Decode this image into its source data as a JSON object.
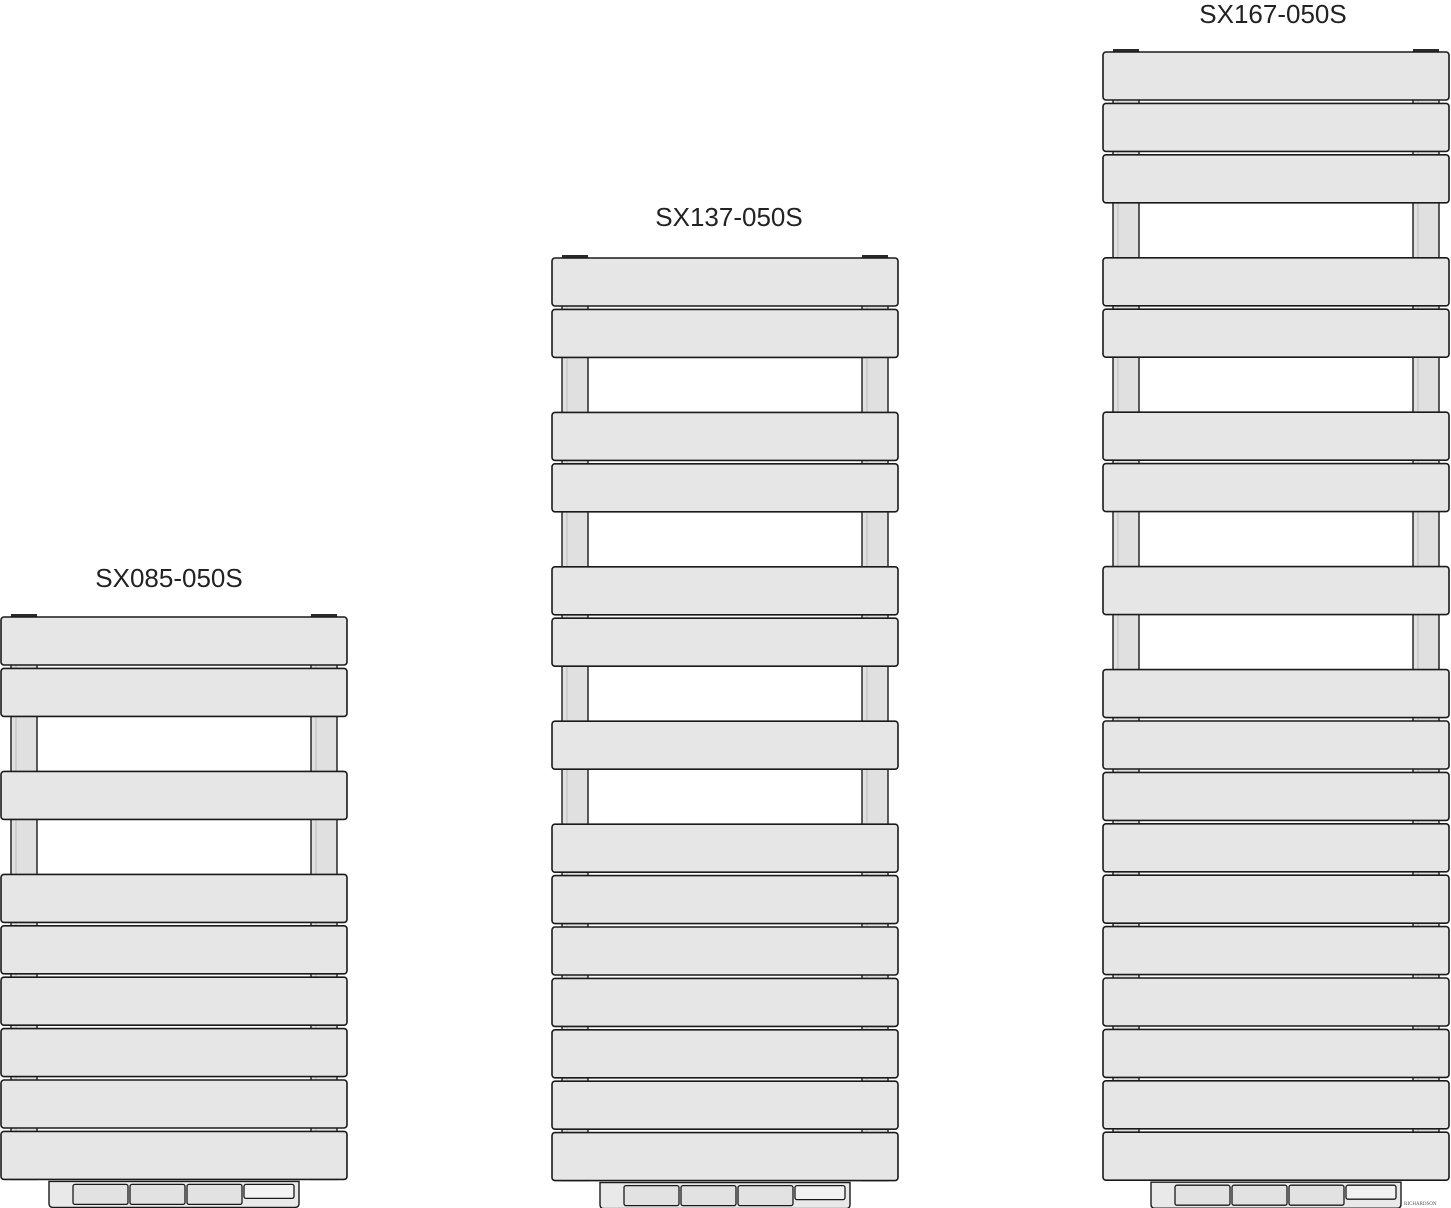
{
  "diagram": {
    "colors": {
      "bar_fill": "#e6e6e6",
      "rail_fill": "#e0e0e0",
      "outline": "#1a1a1a",
      "label": "#222222"
    },
    "radiators": [
      {
        "id": "sx085",
        "label": "SX085-050S",
        "bar_groups": [
          2,
          1,
          6
        ],
        "bar_count": 9
      },
      {
        "id": "sx137",
        "label": "SX137-050S",
        "bar_groups": [
          2,
          2,
          2,
          1,
          7
        ],
        "bar_count": 14
      },
      {
        "id": "sx167",
        "label": "SX167-050S",
        "bar_groups": [
          3,
          2,
          2,
          1,
          10
        ],
        "bar_count": 18
      }
    ],
    "brand_mark": "RICHARDSON"
  }
}
